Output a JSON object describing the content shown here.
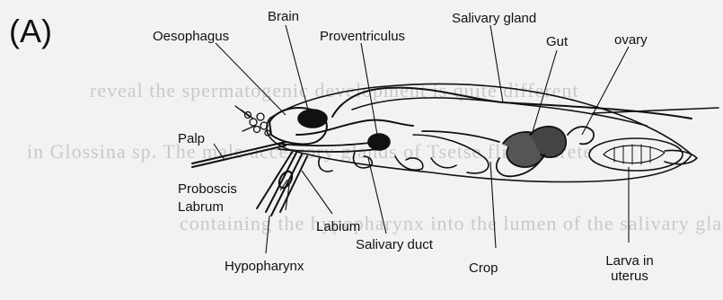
{
  "panel_label": "(A)",
  "background_text": [
    "reveal the spermatogenic development is quite different",
    "in Glossina sp. The male accessory glands of Tsetse flies secrete",
    "containing the hypopharynx into the lumen of the salivary gland"
  ],
  "labels": {
    "oesophagus": "Oesophagus",
    "brain": "Brain",
    "proventriculus": "Proventriculus",
    "salivary_gland": "Salivary gland",
    "gut": "Gut",
    "ovary": "ovary",
    "palp": "Palp",
    "proboscis": "Proboscis",
    "labrum": "Labrum",
    "labium": "Labium",
    "salivary_duct": "Salivary duct",
    "hypopharynx": "Hypopharynx",
    "crop": "Crop",
    "larva_in_uterus_line1": "Larva in",
    "larva_in_uterus_line2": "uterus"
  }
}
